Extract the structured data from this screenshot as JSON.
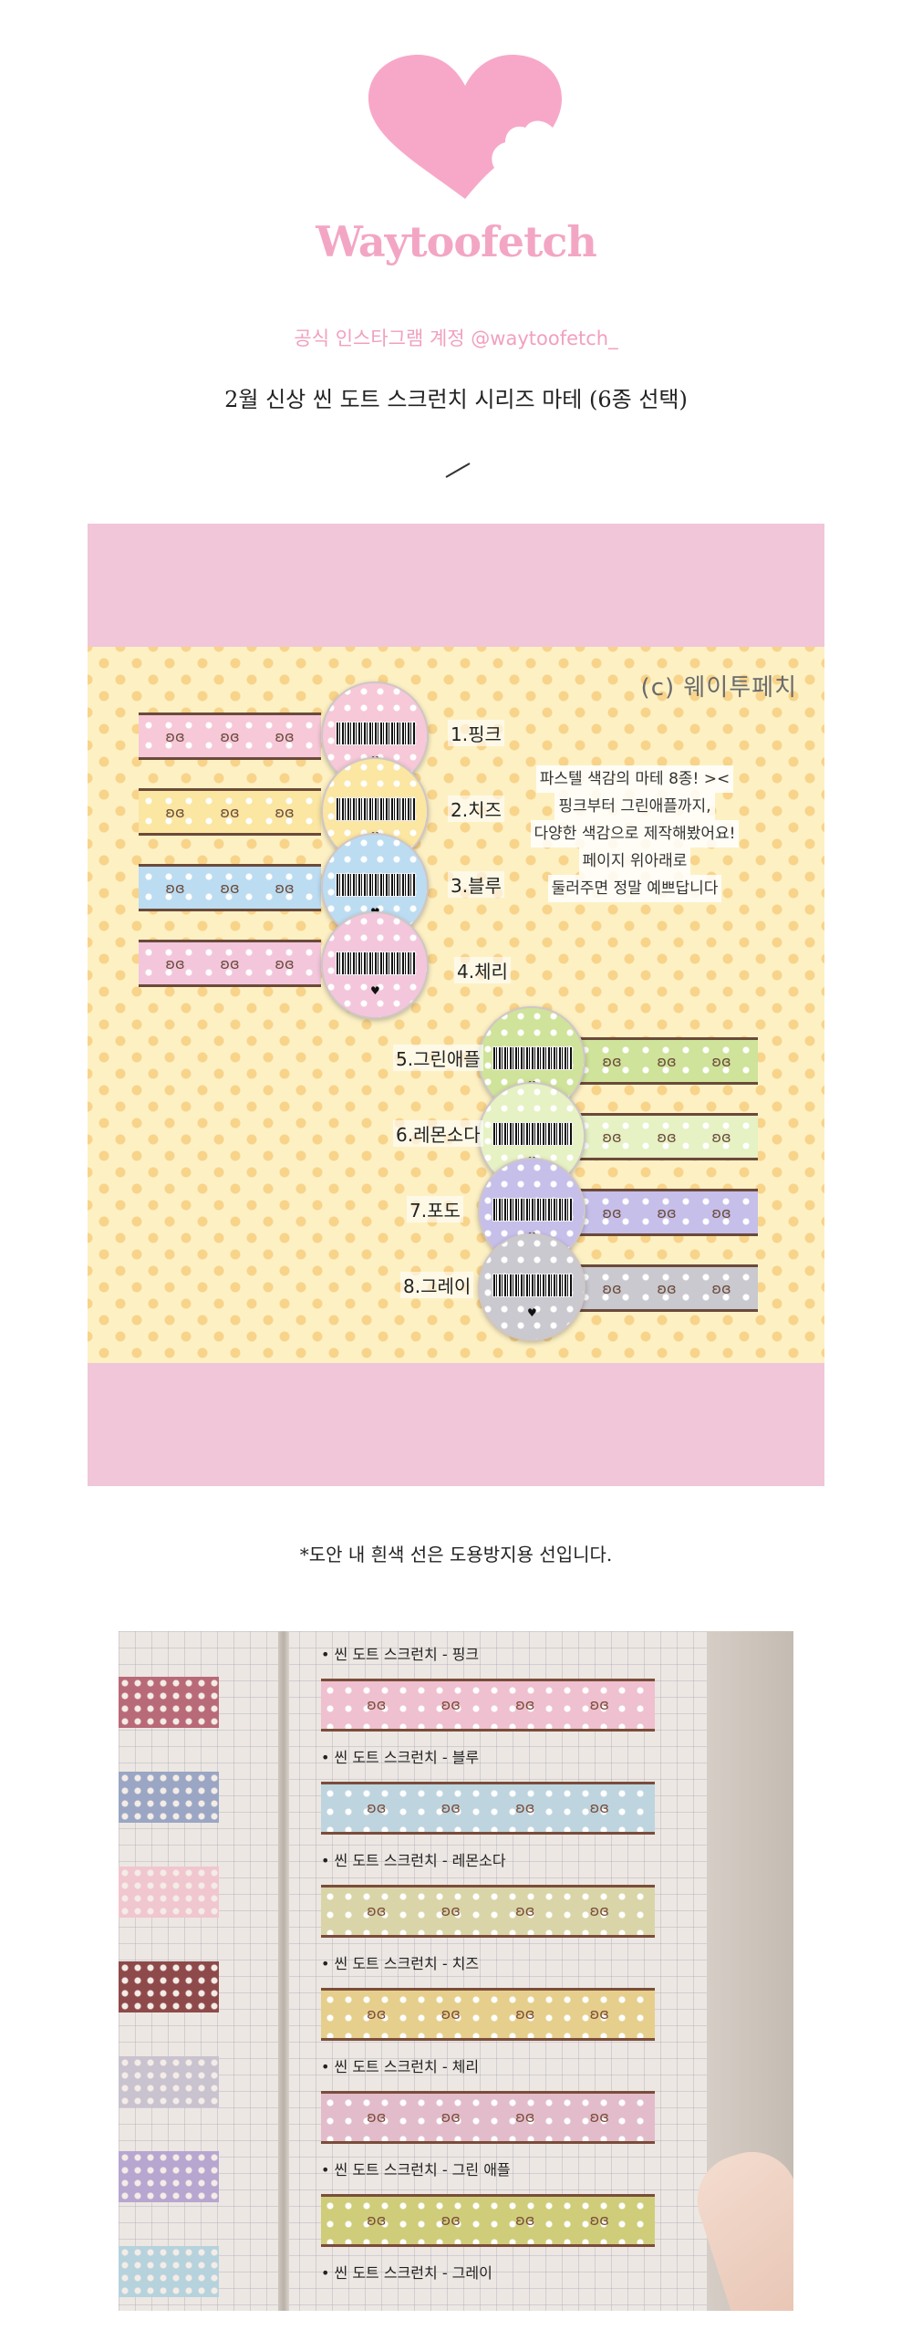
{
  "header": {
    "brand": "Waytoofetch",
    "instagram": "공식 인스타그램 계정 @waytoofetch_",
    "title": "2월 신상 씬 도트 스크런치 시리즈 마테 (6종 선택)"
  },
  "board": {
    "copyright": "(c) 웨이투페치",
    "tip_lines": [
      "파스텔 색감의 마테 8종! ><",
      "핑크부터 그린애플까지,",
      "다양한 색감으로 제작해봤어요!",
      "페이지 위아래로",
      "둘러주면 정말 예쁘답니다"
    ],
    "tapes": [
      {
        "label": "1.핑크",
        "color": "#f6c8d8"
      },
      {
        "label": "2.치즈",
        "color": "#fbe6a2"
      },
      {
        "label": "3.블루",
        "color": "#bcdcf2"
      },
      {
        "label": "4.체리",
        "color": "#f3c6dc"
      },
      {
        "label": "5.그린애플",
        "color": "#cfe39a"
      },
      {
        "label": "6.레몬소다",
        "color": "#e6f1c4"
      },
      {
        "label": "7.포도",
        "color": "#c5bfea"
      },
      {
        "label": "8.그레이",
        "color": "#c9c9cf"
      }
    ],
    "bow_glyph": "ʚɞ"
  },
  "note": "*도안 내 흰색 선은 도용방지용 선입니다.",
  "journal": {
    "rows": [
      {
        "label": "• 씬 도트 스크런치 - 핑크",
        "color": "#efc0cf"
      },
      {
        "label": "• 씬 도트 스크런치 - 블루",
        "color": "#bed5e0"
      },
      {
        "label": "• 씬 도트 스크런치 - 레몬소다",
        "color": "#d9d5a8"
      },
      {
        "label": "• 씬 도트 스크런치 - 치즈",
        "color": "#e6cf8c"
      },
      {
        "label": "• 씬 도트 스크런치 - 체리",
        "color": "#e3bccb"
      },
      {
        "label": "• 씬 도트 스크런치 - 그린 애플",
        "color": "#cfcd7a"
      },
      {
        "label": "• 씬 도트 스크런치 - 그레이"
      }
    ],
    "left_tapes": [
      "#b86a78",
      "#9aa6c4",
      "#f0c6cf",
      "#8e4a4a",
      "#c9c2cf",
      "#b6a6d0",
      "#b6d2dc"
    ]
  }
}
